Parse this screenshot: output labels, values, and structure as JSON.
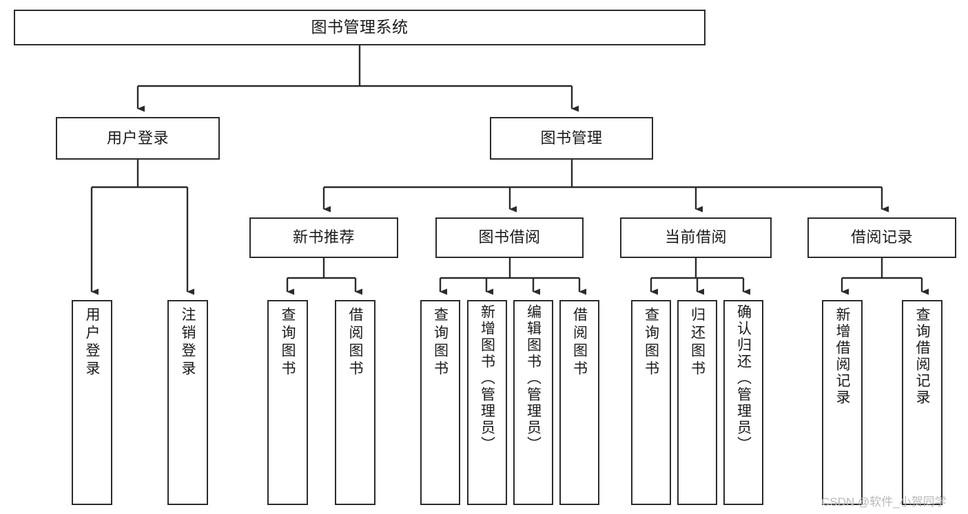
{
  "diagram": {
    "type": "tree-hierarchy-chart",
    "title": "图书管理系统",
    "stroke_color": "#2b2b2b",
    "fill_color": "#ffffff",
    "text_color": "#1a1a1a",
    "nodes": {
      "root": {
        "label": "图书管理系统"
      },
      "level2": [
        {
          "id": "user-login",
          "label": "用户登录"
        },
        {
          "id": "book-management",
          "label": "图书管理"
        }
      ],
      "level3": [
        {
          "id": "new-book-recommend",
          "label": "新书推荐"
        },
        {
          "id": "book-borrow",
          "label": "图书借阅"
        },
        {
          "id": "current-borrow",
          "label": "当前借阅"
        },
        {
          "id": "borrow-record",
          "label": "借阅记录"
        }
      ],
      "leaves": {
        "user-login": [
          {
            "id": "login",
            "label": "用户登录"
          },
          {
            "id": "logout",
            "label": "注销登录"
          }
        ],
        "new-book-recommend": [
          {
            "id": "query-book-1",
            "label": "查询图书"
          },
          {
            "id": "borrow-book-1",
            "label": "借阅图书"
          }
        ],
        "book-borrow": [
          {
            "id": "query-book-2",
            "label": "查询图书"
          },
          {
            "id": "add-book",
            "label": "新增图书（管理员）"
          },
          {
            "id": "edit-book",
            "label": "编辑图书（管理员）"
          },
          {
            "id": "borrow-book-2",
            "label": "借阅图书"
          }
        ],
        "current-borrow": [
          {
            "id": "query-book-3",
            "label": "查询图书"
          },
          {
            "id": "return-book",
            "label": "归还图书"
          },
          {
            "id": "confirm-return",
            "label": "确认归还（管理员）"
          }
        ],
        "borrow-record": [
          {
            "id": "add-borrow-record",
            "label": "新增借阅记录"
          },
          {
            "id": "query-borrow-record",
            "label": "查询借阅记录"
          }
        ]
      }
    }
  },
  "watermark": {
    "text": "CSDN @软件_小贺同学"
  }
}
